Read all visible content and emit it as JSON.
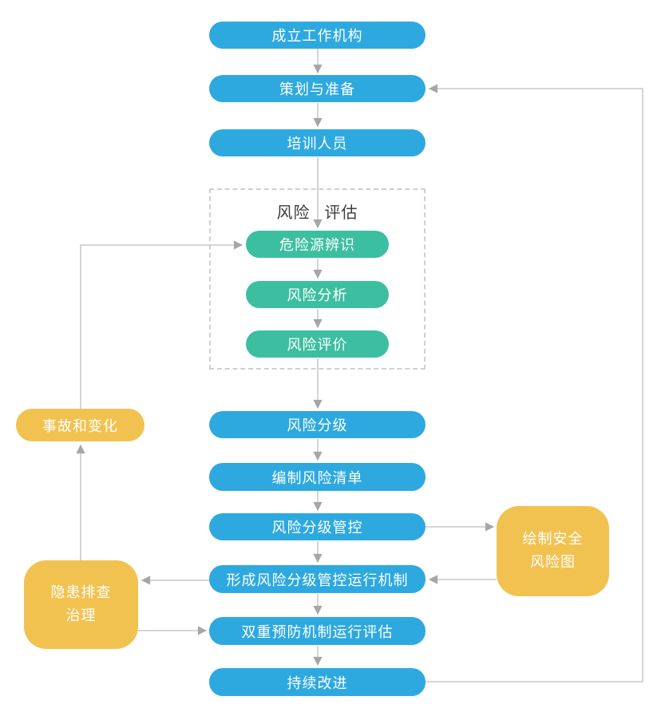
{
  "diagram": {
    "type": "flowchart",
    "language": "zh-CN",
    "group": {
      "title_left": "风险",
      "title_right": "评估"
    },
    "nodes": {
      "establish": {
        "label": "成立工作机构",
        "shape": "pill",
        "color": "blue"
      },
      "planning": {
        "label": "策划与准备",
        "shape": "pill",
        "color": "blue"
      },
      "training": {
        "label": "培训人员",
        "shape": "pill",
        "color": "blue"
      },
      "hazard_identification": {
        "label": "危险源辨识",
        "shape": "pill",
        "color": "green"
      },
      "risk_analysis": {
        "label": "风险分析",
        "shape": "pill",
        "color": "green"
      },
      "risk_evaluation": {
        "label": "风险评价",
        "shape": "pill",
        "color": "green"
      },
      "risk_grading": {
        "label": "风险分级",
        "shape": "pill",
        "color": "blue"
      },
      "risk_list": {
        "label": "编制风险清单",
        "shape": "pill",
        "color": "blue"
      },
      "grading_control": {
        "label": "风险分级管控",
        "shape": "pill",
        "color": "blue"
      },
      "control_mechanism": {
        "label": "形成风险分级管控运行机制",
        "shape": "pill",
        "color": "blue"
      },
      "dual_prevention_eval": {
        "label": "双重预防机制运行评估",
        "shape": "pill",
        "color": "blue"
      },
      "continuous_improvement": {
        "label": "持续改进",
        "shape": "pill",
        "color": "blue"
      },
      "accidents_changes": {
        "label": "事故和变化",
        "shape": "pill",
        "color": "yellow"
      },
      "hidden_danger": {
        "label": "隐患排查\n治理",
        "shape": "rounded-rect",
        "color": "yellow"
      },
      "safety_risk_map": {
        "label": "绘制安全\n风险图",
        "shape": "rounded-rect",
        "color": "yellow"
      }
    },
    "edges": [
      {
        "from": "establish",
        "to": "planning"
      },
      {
        "from": "planning",
        "to": "training"
      },
      {
        "from": "training",
        "to": "hazard_identification"
      },
      {
        "from": "hazard_identification",
        "to": "risk_analysis"
      },
      {
        "from": "risk_analysis",
        "to": "risk_evaluation"
      },
      {
        "from": "risk_evaluation",
        "to": "risk_grading"
      },
      {
        "from": "risk_grading",
        "to": "risk_list"
      },
      {
        "from": "risk_list",
        "to": "grading_control"
      },
      {
        "from": "grading_control",
        "to": "control_mechanism"
      },
      {
        "from": "control_mechanism",
        "to": "dual_prevention_eval"
      },
      {
        "from": "dual_prevention_eval",
        "to": "continuous_improvement"
      },
      {
        "from": "grading_control",
        "to": "safety_risk_map"
      },
      {
        "from": "safety_risk_map",
        "to": "control_mechanism"
      },
      {
        "from": "control_mechanism",
        "to": "hidden_danger"
      },
      {
        "from": "hidden_danger",
        "to": "dual_prevention_eval"
      },
      {
        "from": "hidden_danger",
        "to": "accidents_changes"
      },
      {
        "from": "accidents_changes",
        "to": "hazard_identification"
      },
      {
        "from": "continuous_improvement",
        "to": "planning"
      }
    ],
    "colors": {
      "process_blue": "#2EA9E0",
      "assessment_green": "#3CBFA1",
      "side_yellow": "#F2C250",
      "connector_line": "#C9C9C9",
      "arrowhead": "#A6A6A6",
      "group_dashed_border": "#D0D0D0",
      "group_title_text": "#3D3D3D",
      "node_text": "#FFFFFF",
      "background": "#FFFFFF"
    }
  }
}
